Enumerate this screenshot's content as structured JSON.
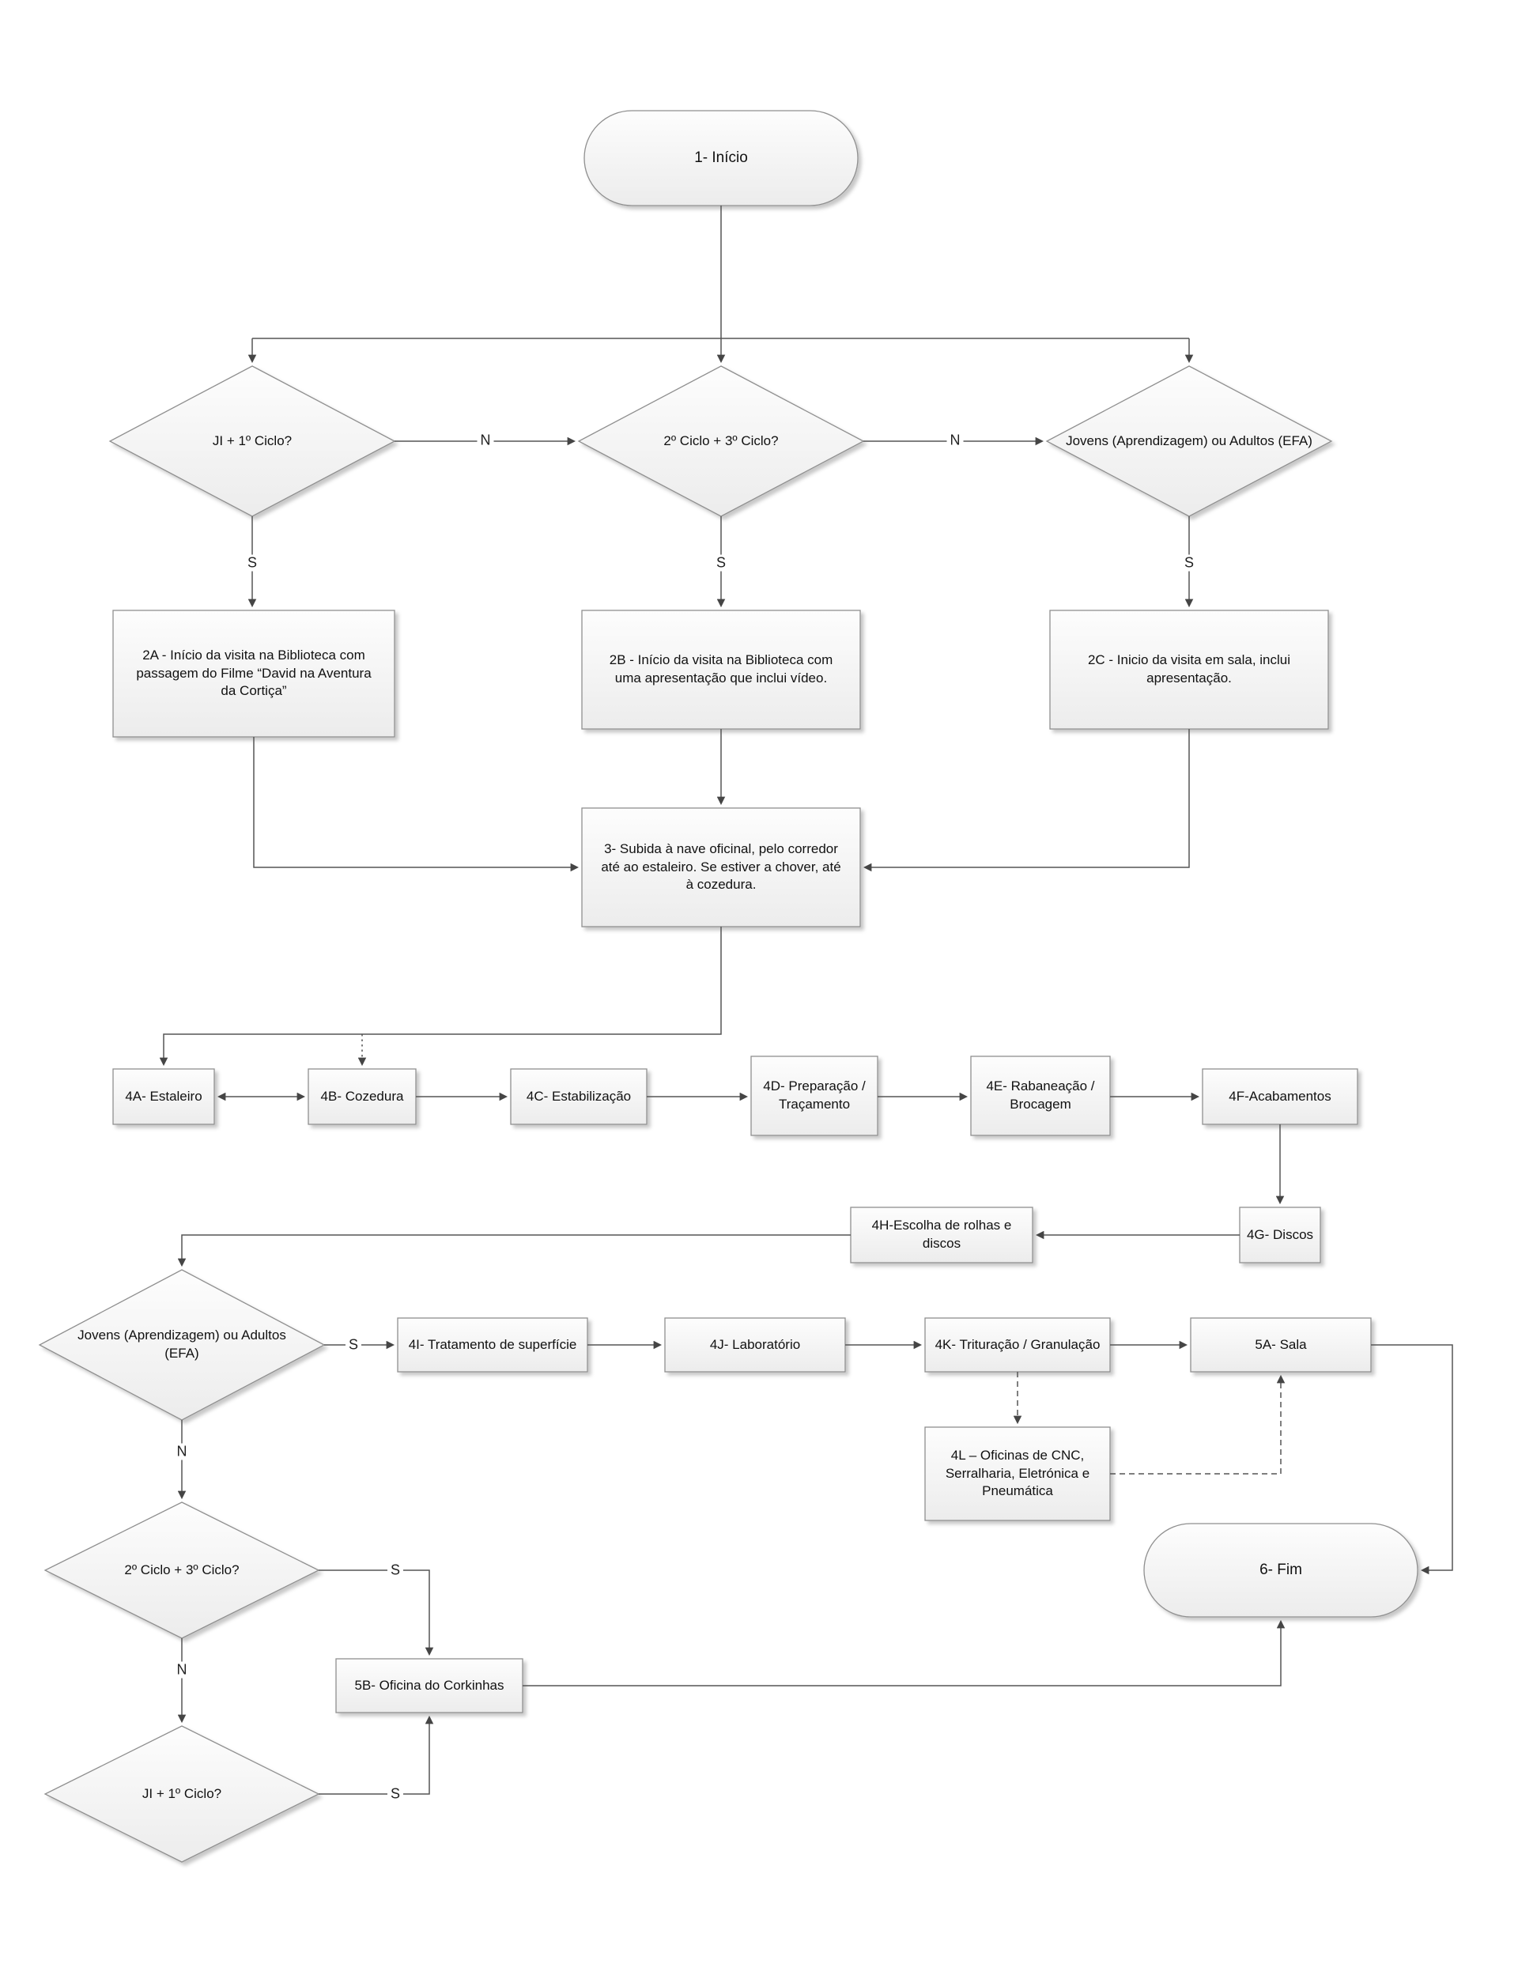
{
  "palette": {
    "node_fill_top": "#fdfdfd",
    "node_fill_bottom": "#ececec",
    "node_border": "#8f8f8f",
    "line_color": "#555555",
    "arrow_color": "#454545",
    "text_color": "#111111",
    "background": "#ffffff"
  },
  "nodes": {
    "start": "1- Início",
    "dec_ji_1ciclo": "JI + 1º Ciclo?",
    "dec_2c_3c": "2º Ciclo + 3º Ciclo?",
    "dec_jovens_adultos": "Jovens (Aprendizagem) ou Adultos (EFA)",
    "p2a": "2A - Início da visita na Biblioteca com passagem do Filme “David na Aventura da Cortiça”",
    "p2b": "2B - Início da visita na Biblioteca com uma apresentação que inclui vídeo.",
    "p2c": "2C - Inicio da visita em sala, inclui apresentação.",
    "p3": "3- Subida à nave oficinal, pelo corredor até ao estaleiro. Se estiver a chover, até à cozedura.",
    "p4a": "4A- Estaleiro",
    "p4b": "4B- Cozedura",
    "p4c": "4C- Estabilização",
    "p4d": "4D- Preparação / Traçamento",
    "p4e": "4E- Rabaneação / Brocagem",
    "p4f": "4F-Acabamentos",
    "p4g": "4G- Discos",
    "p4h": "4H-Escolha de rolhas e discos",
    "dec_jovens_adultos2": "Jovens (Aprendizagem) ou Adultos (EFA)",
    "p4i": "4I- Tratamento de superfície",
    "p4j": "4J- Laboratório",
    "p4k": "4K- Trituração / Granulação",
    "p4l": "4L – Oficinas de CNC, Serralharia, Eletrónica e Pneumática",
    "p5a": "5A- Sala",
    "dec_2c_3c_2": "2º Ciclo + 3º Ciclo?",
    "p5b": "5B- Oficina do Corkinhas",
    "dec_ji_1ciclo_2": "JI + 1º Ciclo?",
    "end": "6- Fim"
  },
  "branch_labels": {
    "d1_n": "N",
    "d2_n": "N",
    "d1_s": "S",
    "d2_s": "S",
    "d3_s": "S",
    "d4_s": "S",
    "d4_n": "N",
    "d5_s": "S",
    "d5_n": "N",
    "d6_s": "S"
  }
}
